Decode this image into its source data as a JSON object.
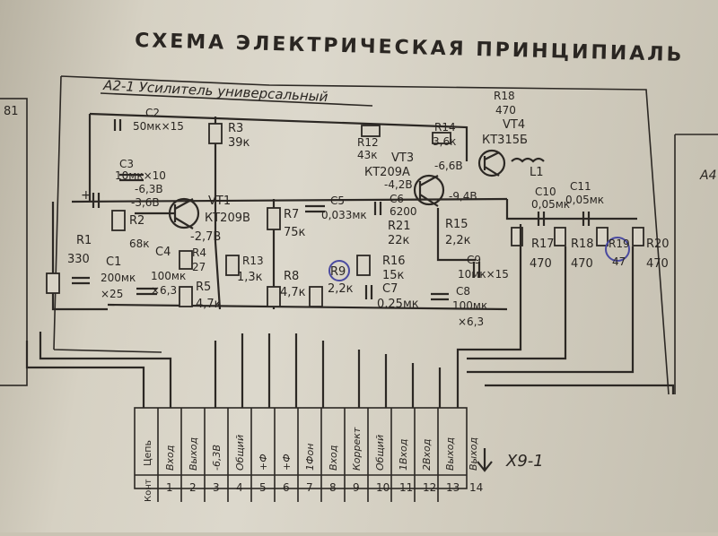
{
  "title": "СХЕМА ЭЛЕКТРИЧЕСКАЯ ПРИНЦИПИАЛЬ",
  "block_label": "А2-1 Усилитель универсальный",
  "left_edge_label": "81",
  "right_edge_label": "А4",
  "connector_label": "Х9-1",
  "components": {
    "c2": {
      "name": "C2",
      "value": "50мк×15"
    },
    "r3": {
      "name": "R3",
      "value": "39к"
    },
    "c3": {
      "name": "C3",
      "value": "10мк×10"
    },
    "v_c3": "-6,3В",
    "v_e1": "-3,6В",
    "r2": {
      "name": "R2",
      "value": "68к"
    },
    "r1": {
      "name": "R1",
      "value": "330"
    },
    "c1": {
      "name": "C1",
      "value": "200мк",
      "rating": "×25"
    },
    "c4": {
      "name": "C4",
      "value": "100мк",
      "rating": "×6,3"
    },
    "r4": {
      "name": "R4",
      "value": "27"
    },
    "r5": {
      "name": "R5",
      "value": "4,7к"
    },
    "vt1": {
      "name": "VT1",
      "type": "КТ209В"
    },
    "v_vt1": "-2,7В",
    "r7": {
      "name": "R7",
      "value": "75к"
    },
    "c5": {
      "name": "C5",
      "value": "0,033мк"
    },
    "r13": {
      "name": "R13",
      "value": "1,3к"
    },
    "r8": {
      "name": "R8",
      "value": "4,7к"
    },
    "r9": {
      "name": "R9",
      "value": "2,2к"
    },
    "r12": {
      "name": "R12",
      "value": "43к"
    },
    "vt3": {
      "name": "VT3",
      "type": "КТ209А"
    },
    "v_vt3": "-4,2В",
    "c6": {
      "name": "C6",
      "value": "6200"
    },
    "r21": {
      "name": "R21",
      "value": "22к"
    },
    "r16": {
      "name": "R16",
      "value": "15к"
    },
    "c7": {
      "name": "C7",
      "value": "0,25мк"
    },
    "r14": {
      "name": "R14",
      "value": "3,6к"
    },
    "v_r14": "-6,6В",
    "v_vt4": "-9,4В",
    "r18": {
      "name": "R18",
      "value": "470"
    },
    "vt4": {
      "name": "VT4",
      "type": "КТ315Б"
    },
    "r15": {
      "name": "R15",
      "value": "2,2к"
    },
    "c9": {
      "name": "C9",
      "value": "10мк×15"
    },
    "c8": {
      "name": "C8",
      "value": "100мк",
      "rating": "×6,3"
    },
    "l1": {
      "name": "L1"
    },
    "c10": {
      "name": "C10",
      "value": "0,05мк"
    },
    "c11": {
      "name": "C11",
      "value": "0,05мк"
    },
    "r17": {
      "name": "R17",
      "value": "470"
    },
    "r18b": {
      "name": "R18",
      "value": "470"
    },
    "r19": {
      "name": "R19",
      "value": "47"
    },
    "r20": {
      "name": "R20",
      "value": "470"
    }
  },
  "connector": {
    "pins": [
      "1",
      "2",
      "3",
      "4",
      "5",
      "6",
      "7",
      "8",
      "9",
      "10",
      "11",
      "12",
      "13",
      "14"
    ],
    "signals": [
      "Вход",
      "Выход",
      "-6,3В",
      "Общий",
      "+Ф",
      "+Ф",
      "1Фон",
      "Вход",
      "Коррект",
      "Общий",
      "1Вход",
      "2Вход",
      "Выход",
      "Выход"
    ],
    "header_top": "Цепь",
    "header_bottom": "Конт"
  }
}
